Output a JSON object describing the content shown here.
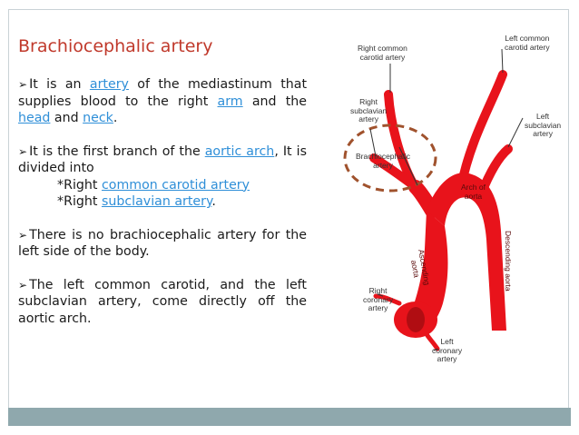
{
  "slide": {
    "page_number": "",
    "title": "Brachiocephalic artery",
    "p1": {
      "a": "It is an ",
      "link1": "artery",
      "b": " of the mediastinum that supplies blood to the right ",
      "link2": "arm",
      "c": " and the ",
      "link3": "head",
      "d": " and ",
      "link4": "neck",
      "e": "."
    },
    "p2": {
      "a": "It is the first branch of the ",
      "link1": "aortic arch",
      "b": ", It is divided into",
      "line2_prefix": "*Right ",
      "link2": "common carotid artery",
      "line3_prefix": "*Right ",
      "link3": "subclavian artery",
      "line3_suffix": "."
    },
    "p3": "There is no brachiocephalic artery for the left side of the body.",
    "p4": "The left common carotid, and the left subclavian artery, come directly off the aortic arch.",
    "arrow_glyph": "➢"
  },
  "diagram": {
    "labels": {
      "right_common_carotid": [
        "Right common",
        "carotid artery"
      ],
      "left_common_carotid": [
        "Left common",
        "carotid artery"
      ],
      "right_subclavian": [
        "Right",
        "subclavian",
        "artery"
      ],
      "left_subclavian": [
        "Left",
        "subclavian",
        "artery"
      ],
      "brachiocephalic": [
        "Brachiocephalic",
        "artery"
      ],
      "arch_of_aorta": [
        "Arch of",
        "aorta"
      ],
      "ascending_aorta": [
        "Ascending",
        "aorta"
      ],
      "descending_aorta": "Descending aorta",
      "right_coronary": [
        "Right",
        "coronary",
        "artery"
      ],
      "left_coronary": [
        "Left",
        "coronary",
        "artery"
      ]
    },
    "colors": {
      "artery": "#e8131b",
      "artery_dark": "#b00d12",
      "highlight_ring": "#a0522d",
      "title": "#c0392b",
      "link": "#2f8fd8",
      "band": "#8fa8ad"
    }
  }
}
